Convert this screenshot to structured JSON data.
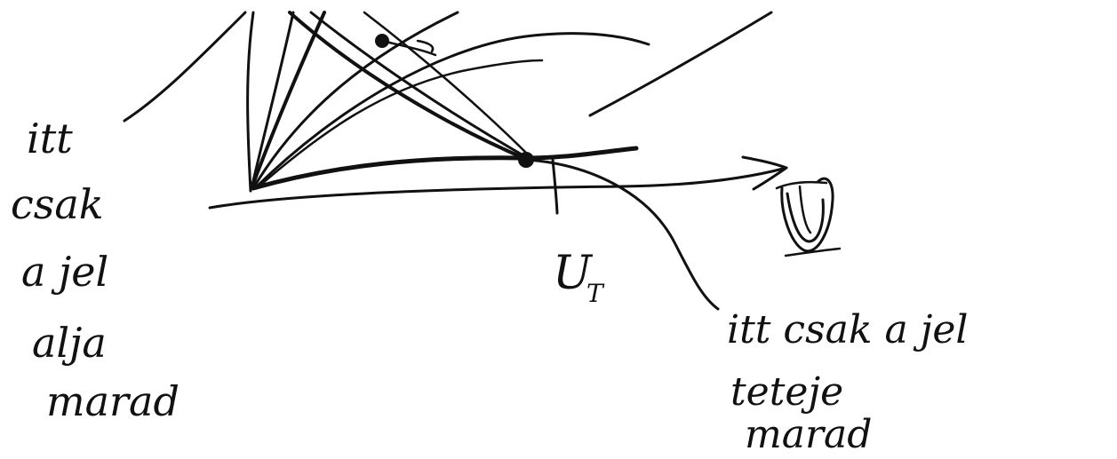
{
  "annotations": {
    "left_note": [
      "itt",
      "csak",
      "a jel",
      "alja",
      "marad"
    ],
    "right_note": [
      "itt csak a jel",
      "teteje",
      "marad"
    ]
  },
  "axis": {
    "x_label": "U",
    "threshold_label_main": "U",
    "threshold_label_sub": "T"
  },
  "colors": {
    "ink": "#111111",
    "background": "#ffffff"
  }
}
